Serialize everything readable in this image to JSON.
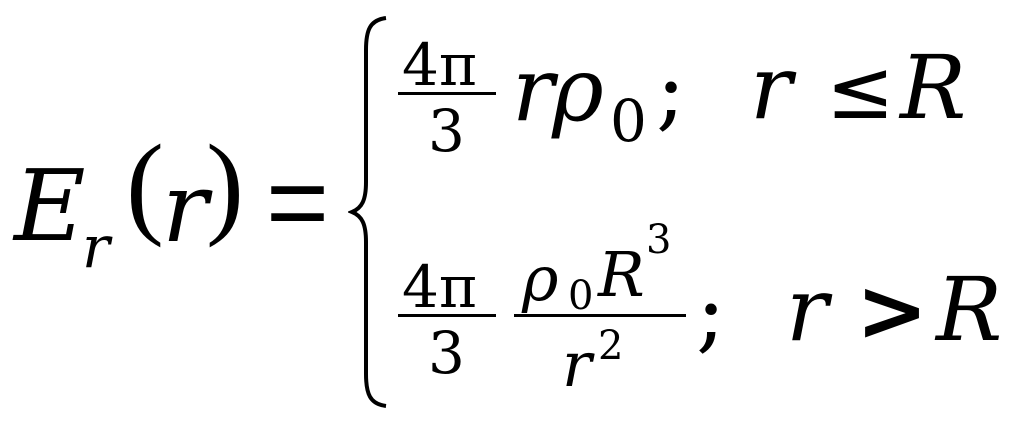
{
  "lhs": {
    "symbol": "E",
    "subscript": "r",
    "open_paren": "(",
    "argument": "r",
    "close_paren": ")",
    "equals": "="
  },
  "brace": "{",
  "case1": {
    "coef_numerator": "4π",
    "coef_denominator": "3",
    "factor_r": "r",
    "factor_rho": "ρ",
    "rho_subscript": "0",
    "separator": ";",
    "cond_var": "r",
    "cond_op": "≤",
    "cond_bound": "R"
  },
  "case2": {
    "coef_numerator": "4π",
    "coef_denominator": "3",
    "num_rho": "ρ",
    "num_rho_subscript": "0",
    "num_R": "R",
    "num_R_exponent": "3",
    "den_r": "r",
    "den_r_exponent": "2",
    "separator": ";",
    "cond_var": "r",
    "cond_op": ">",
    "cond_bound": "R"
  }
}
